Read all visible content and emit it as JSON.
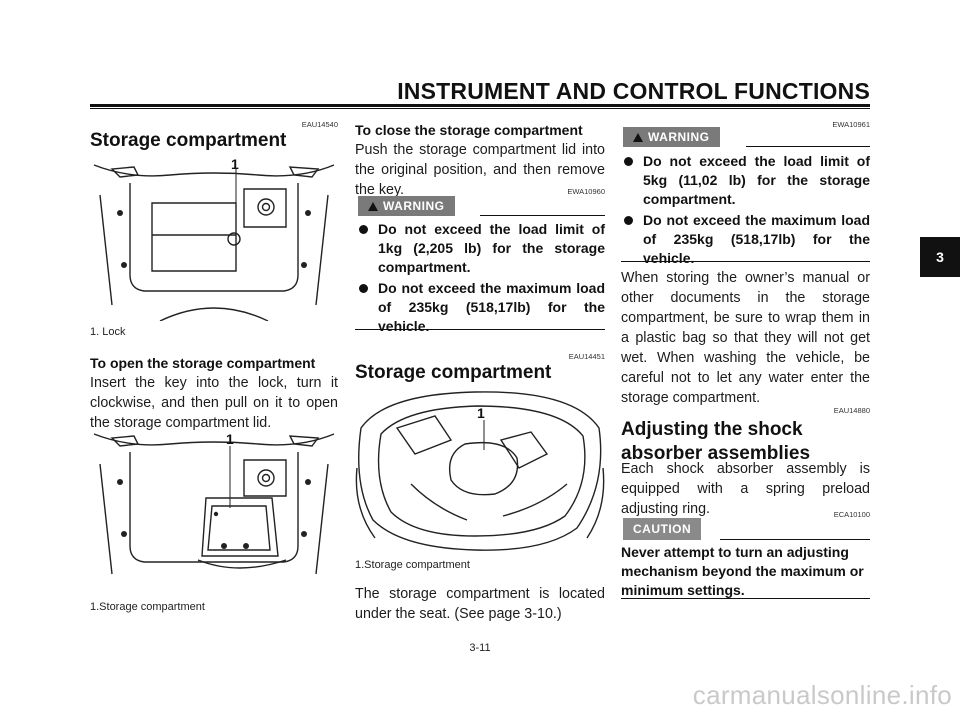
{
  "header": {
    "title": "INSTRUMENT AND CONTROL FUNCTIONS",
    "chapter_tab": "3"
  },
  "col1": {
    "code1": "EAU14540",
    "heading": "Storage compartment",
    "fig1_label": "1",
    "fig1_caption": "1. Lock",
    "subheading": "To open the storage compartment",
    "body": "Insert the key into the lock, turn it clockwise, and then pull on it to open the storage compartment lid.",
    "fig2_label": "1",
    "fig2_caption": "1.Storage compartment"
  },
  "col2": {
    "subheading": "To close the storage compartment",
    "body": "Push the storage compartment lid into the original position, and then remove the key.",
    "warn_code": "EWA10960",
    "warn_label": "WARNING",
    "warn_items": [
      "Do not exceed the load limit of 1kg (2,205 lb) for the storage compartment.",
      "Do not exceed the maximum load of 235kg (518,17lb) for the vehicle."
    ],
    "code2": "EAU14451",
    "heading": "Storage compartment",
    "fig3_label": "1",
    "fig3_caption": "1.Storage compartment",
    "body2": "The storage compartment is located under the seat. (See page 3-10.)"
  },
  "col3": {
    "warn_code": "EWA10961",
    "warn_label": "WARNING",
    "warn_items": [
      "Do not exceed the load limit of 5kg (11,02 lb) for the storage compartment.",
      "Do not exceed the maximum load of 235kg (518,17lb) for the vehicle."
    ],
    "body": "When storing the owner’s manual or other documents in the storage compartment, be sure to wrap them in a plastic bag so that they will not get wet. When washing the vehicle, be careful not to let any water enter the storage compartment.",
    "code2": "EAU14880",
    "heading_line1": "Adjusting the shock",
    "heading_line2": "absorber assemblies",
    "body2": "Each shock absorber assembly is equipped with a spring preload adjusting ring.",
    "caution_code": "ECA10100",
    "caution_label": "CAUTION",
    "caution_text": "Never attempt to turn an adjusting mechanism beyond the maximum or minimum settings."
  },
  "footer": {
    "page_number": "3-11",
    "watermark": "carmanualsonline.info"
  }
}
